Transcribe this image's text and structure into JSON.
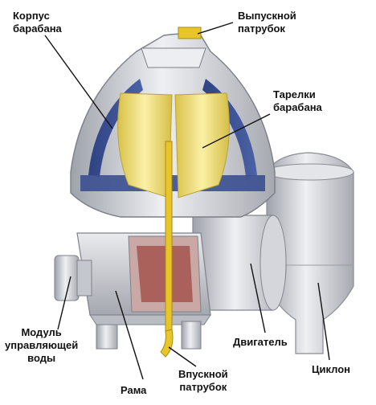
{
  "labels": {
    "bowl_body": "Корпус\nбарабана",
    "outlet": "Выпускной\nпатрубок",
    "bowl_discs": "Тарелки\nбарабана",
    "control_module": "Модуль\nуправляющей\nводы",
    "motor": "Двигатель",
    "cyclone": "Циклон",
    "inlet": "Впускной\nпатрубок",
    "frame": "Рама"
  },
  "colors": {
    "bowl_blue": "#3a4f8f",
    "disc_yellow": "#f2e27a",
    "metal_light": "#d9dbe0",
    "metal_mid": "#b6b9c0",
    "pipe_yellow": "#e8c62a",
    "motor_red": "#a5554f"
  }
}
